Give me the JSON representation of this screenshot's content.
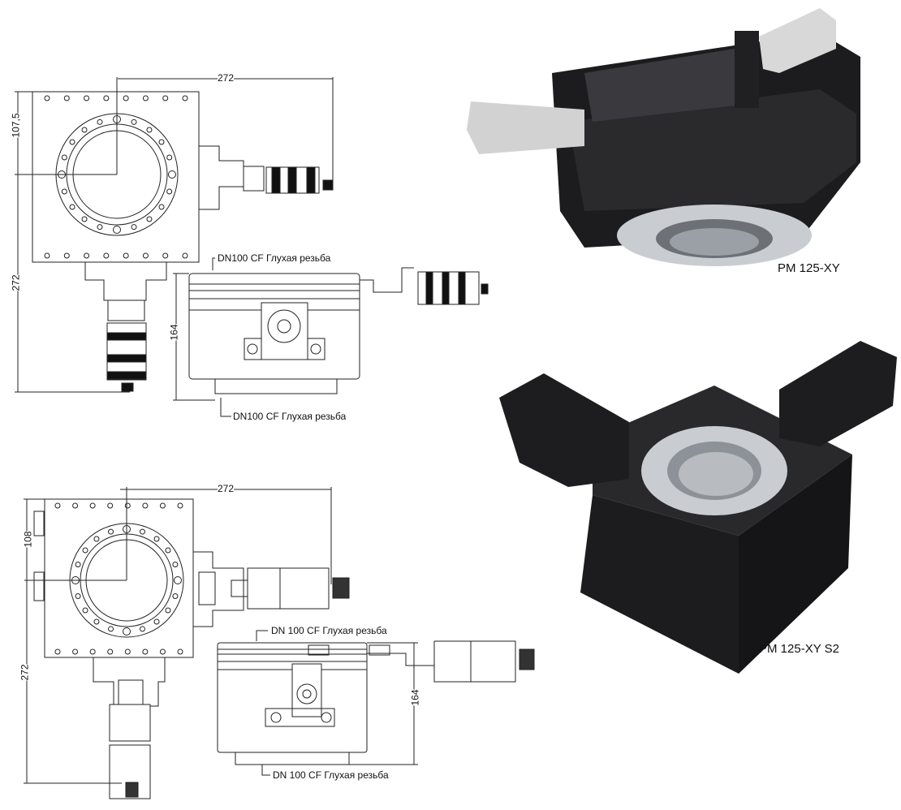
{
  "drawing_1": {
    "dim_width": "272",
    "dim_offset": "107,5",
    "dim_length": "272",
    "dim_height": "164",
    "label_top": "DN100 CF Глухая резьба",
    "label_bottom": "DN100 CF Глухая резьба"
  },
  "drawing_2": {
    "dim_width": "272",
    "dim_offset": "108",
    "dim_length": "272",
    "dim_height": "164",
    "label_top": "DN 100 CF Глухая резьба",
    "label_bottom": "DN 100 CF Глухая резьба"
  },
  "products": [
    {
      "caption": "PM 125-XY"
    },
    {
      "caption": "PM 125-XY S2"
    }
  ],
  "colors": {
    "line": "#222222",
    "body": "#1c1c1e",
    "flange": "#c9ccd0"
  }
}
